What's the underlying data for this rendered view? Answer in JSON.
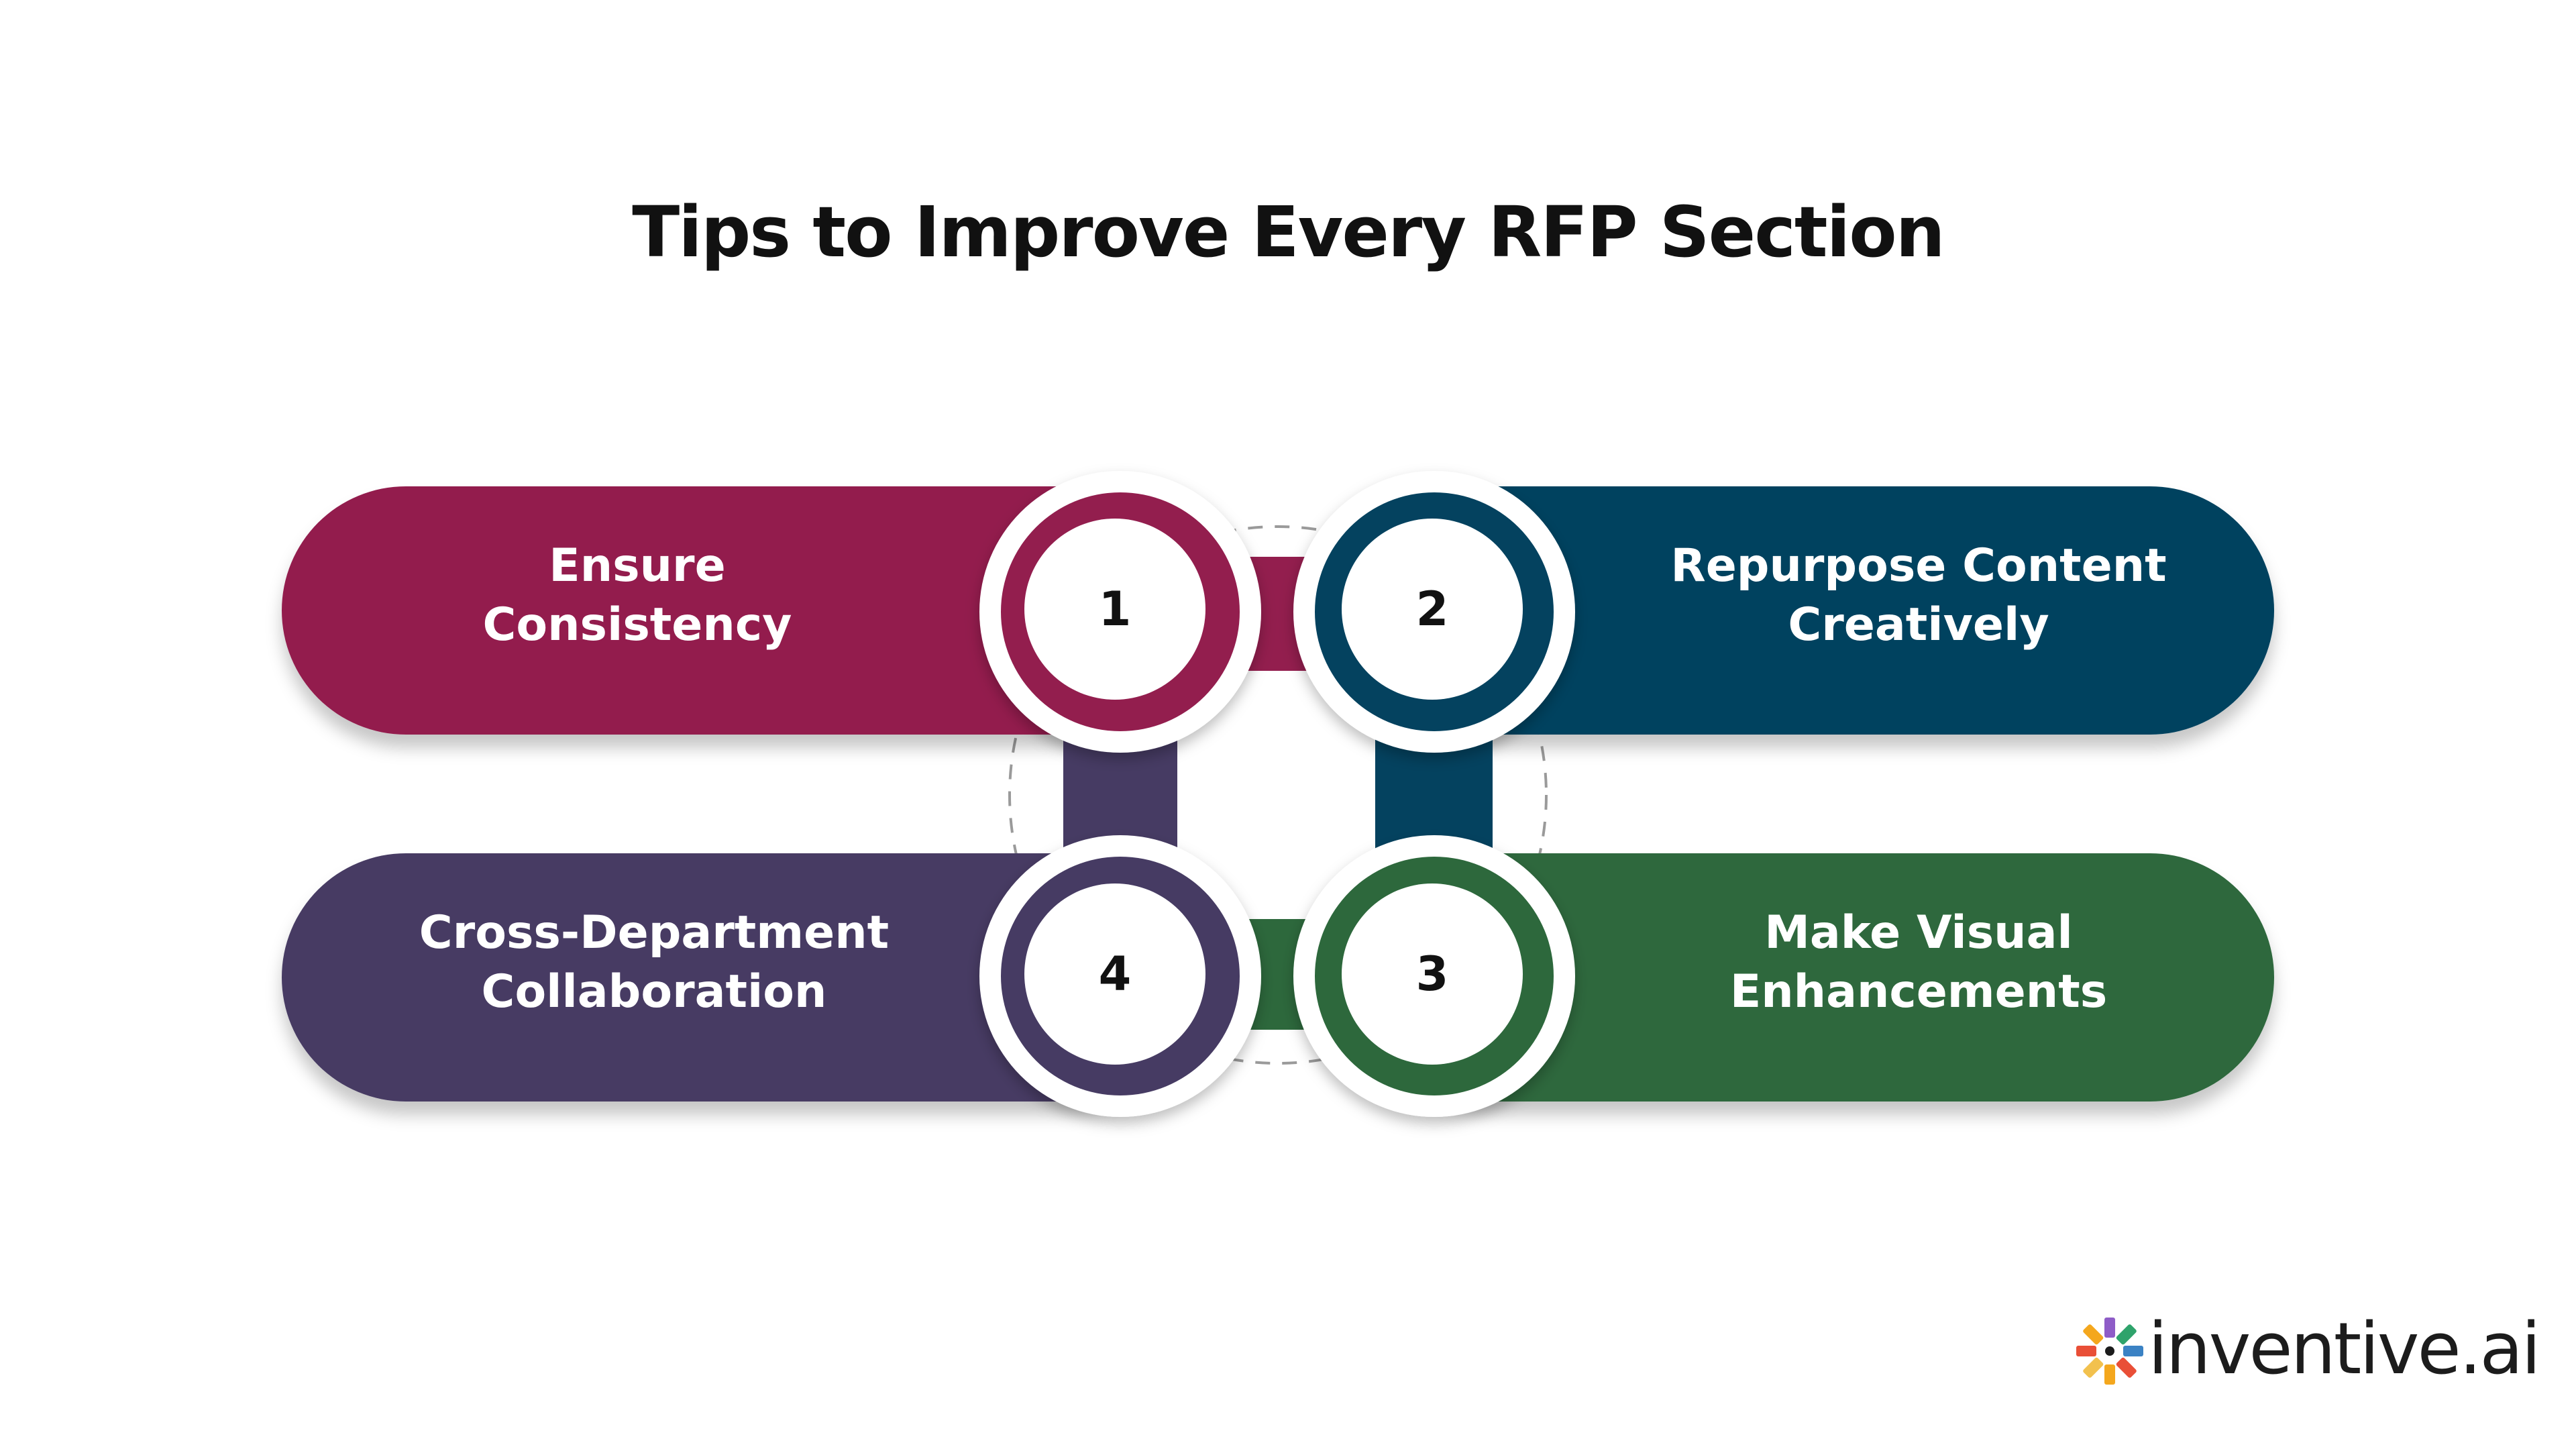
{
  "title": "Tips to Improve Every RFP Section",
  "steps": [
    {
      "number": "1",
      "label_lines": [
        "Ensure",
        "Consistency"
      ],
      "color": "#931e4e"
    },
    {
      "number": "2",
      "label_lines": [
        "Repurpose Content",
        "Creatively"
      ],
      "color": "#04425f"
    },
    {
      "number": "3",
      "label_lines": [
        "Make Visual",
        "Enhancements"
      ],
      "color": "#2d683c"
    },
    {
      "number": "4",
      "label_lines": [
        "Cross-Department",
        "Collaboration"
      ],
      "color": "#463b63"
    }
  ],
  "logo": {
    "text": "inventive.ai",
    "mark": "pinwheel-logo-mark",
    "mark_colors": [
      "#f4a71d",
      "#e94f37",
      "#8e5cc7",
      "#3b82c4",
      "#2fa36b",
      "#f2c14e"
    ]
  }
}
